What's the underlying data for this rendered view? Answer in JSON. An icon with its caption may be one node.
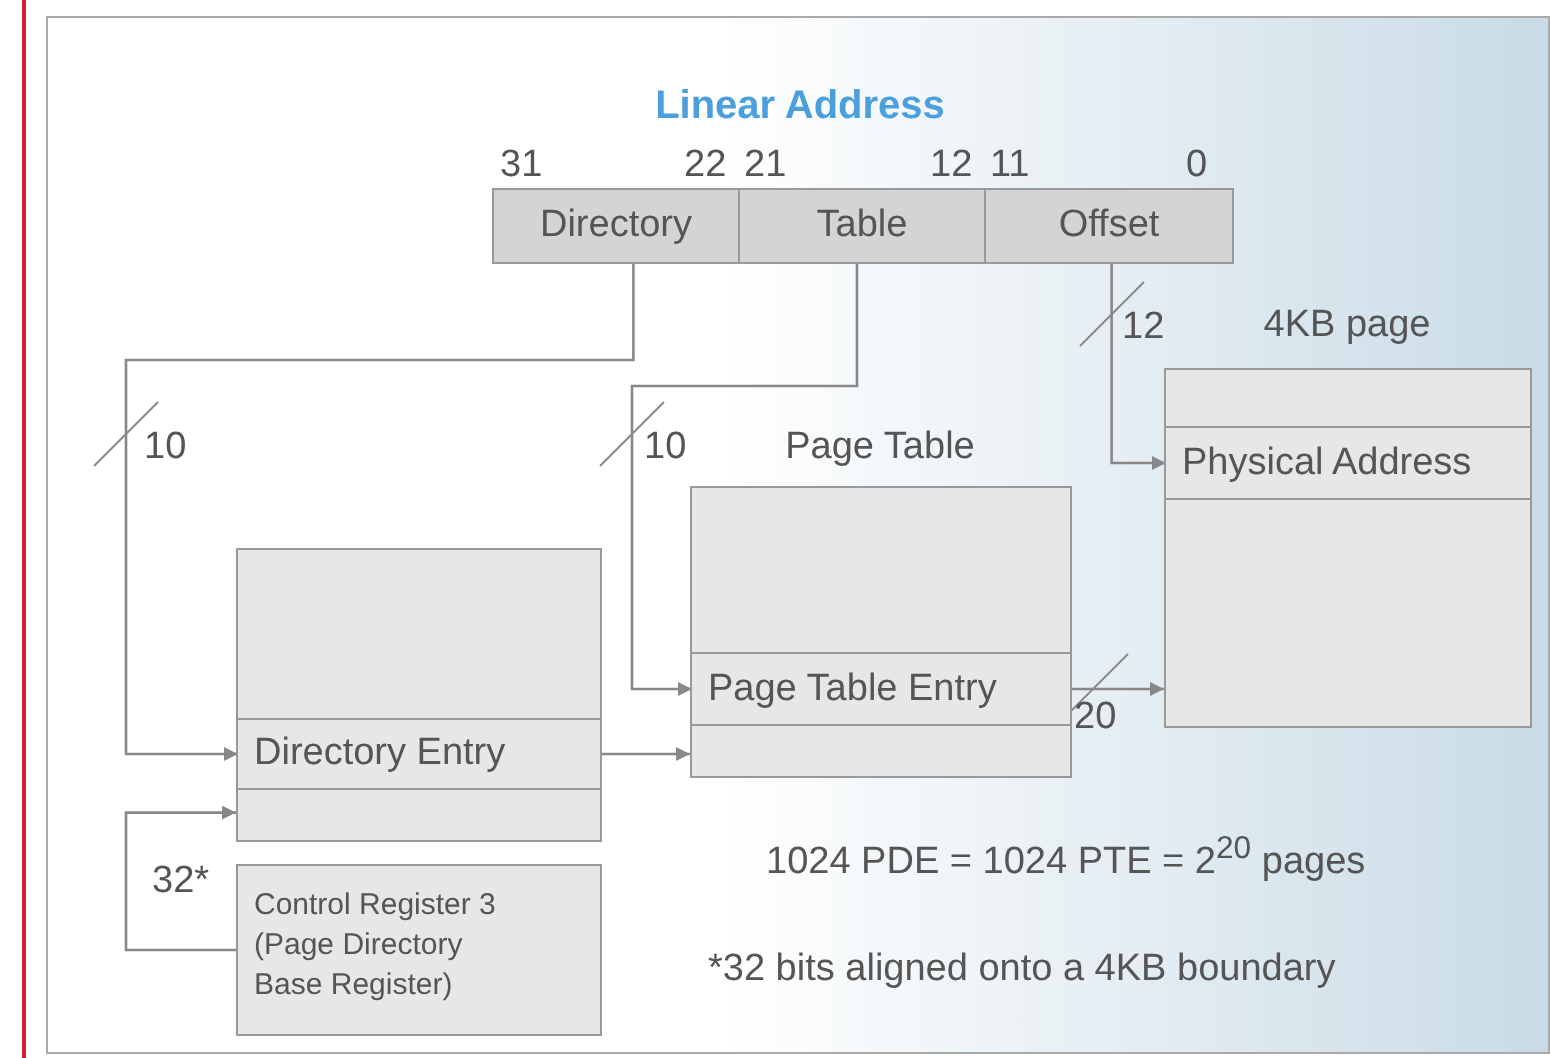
{
  "diagram": {
    "title": "Linear Address",
    "nodes": [
      {
        "text": [
          "Directory"
        ]
      },
      {
        "text": [
          "Table"
        ]
      },
      {
        "text": [
          "Offset"
        ]
      },
      {
        "text": [
          "4KB page"
        ]
      },
      {
        "text": [
          "Physical Address"
        ],
        "in": 3
      },
      {
        "text": [
          "Page Table"
        ]
      },
      {
        "text": [
          "Page Table Entry"
        ],
        "in": 5
      },
      {
        "text": [],
        "shape": "box"
      },
      {
        "text": [
          "Directory Entry"
        ],
        "in": 7
      },
      {
        "text": [
          "Control Register 3 (Page Directory Base Register)"
        ]
      }
    ],
    "edges": [
      {
        "from": 0,
        "to": 8,
        "arrow": "to",
        "label": "10"
      },
      {
        "from": 1,
        "to": 6,
        "arrow": "to",
        "label": "10"
      },
      {
        "from": 2,
        "to": 4,
        "arrow": "to",
        "label": "12"
      },
      {
        "from": 8,
        "to": 5,
        "arrow": "to"
      },
      {
        "from": 6,
        "to": 3,
        "arrow": "to",
        "label": "20"
      },
      {
        "from": 9,
        "to": 7,
        "arrow": "to",
        "label": "32*"
      }
    ],
    "labels": [
      "31",
      "22",
      "21",
      "12",
      "11",
      "0",
      "1024 PDE = 1024 PTE = 2$^{20}$ pages",
      "*32 bits aligned onto a 4KB boundary"
    ]
  }
}
